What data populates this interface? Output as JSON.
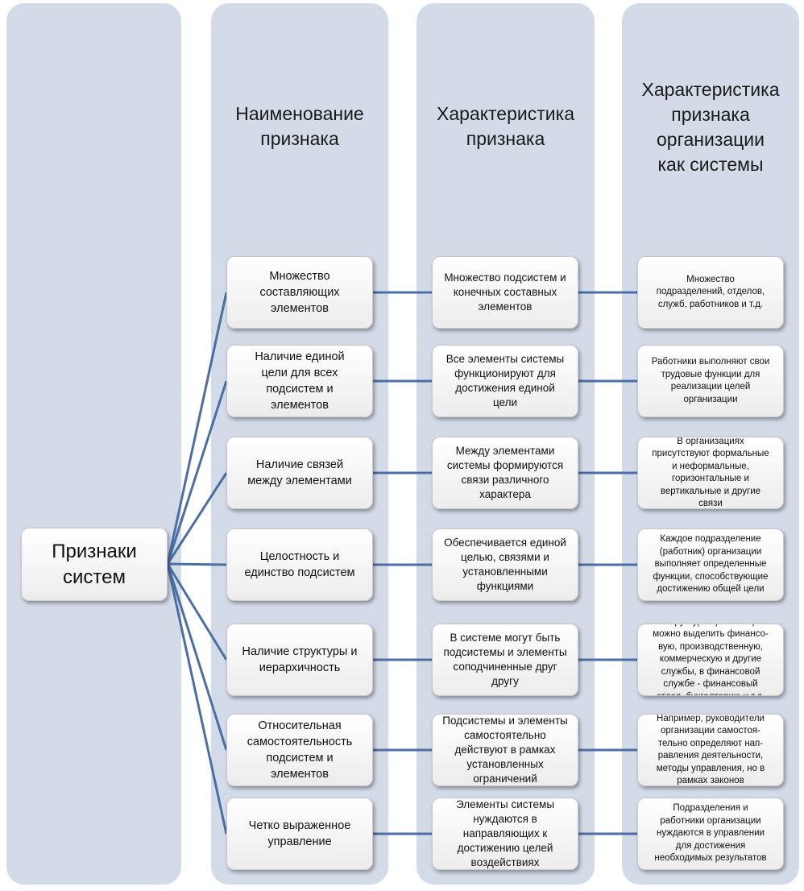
{
  "root": {
    "label": "Признаки\nсистем"
  },
  "headers": {
    "name": "Наименование\nпризнака",
    "characteristic": "Характеристика\nпризнака",
    "org_characteristic": "Характеристика\nпризнака\nорганизации\nкак системы"
  },
  "rows": [
    {
      "name": "Множество\nсоставляющих\nэлементов",
      "characteristic": "Множество подсистем и\nконечных составных\nэлементов",
      "org": "Множество\nподразделений, отделов,\nслужб, работников и т.д."
    },
    {
      "name": "Наличие единой\nцели для всех\nподсистем и\nэлементов",
      "characteristic": "Все элементы  системы\nфункционируют  для\nдостижения единой\nцели",
      "org": "Работники выполняют свои\nтрудовые функции для\nреализации целей\nорганизации"
    },
    {
      "name": "Наличие связей\nмежду элементами",
      "characteristic": "Между элементами\nсистемы формируются\nсвязи различного\nхарактера",
      "org": "В организациях\nприсутствуют формальные\nи неформальные,\nгоризонтальные и\nвертикальные и другие\nсвязи"
    },
    {
      "name": "Целостность и\nединство подсистем",
      "characteristic": "Обеспечивается единой\nцелью, связями и\nустановленными\nфункциями",
      "org": "Каждое подразделение\n(работник) организации\nвыполняет определенные\nфункции, способствующие\nдостижению общей цели"
    },
    {
      "name": "Наличие структуры и\nиерархичность",
      "characteristic": "В системе могут быть\nподсистемы и элементы\nсоподчиненные друг\nдругу",
      "org": "В структуре организации\nможно выделить финансо-\nвую, производственную,\nкоммерческую и другие\nслужбы, в финансовой\nслужбе - финансовый\nотдел, бухгалтерию и т.д."
    },
    {
      "name": "Относительная\nсамостоятельность\nподсистем и\nэлементов",
      "characteristic": "Подсистемы и элементы\nсамостоятельно\nдействуют в рамках\nустановленных\nограничений",
      "org": "Например, руководители\nорганизации самостоя-\nтельно определяют нап-\nравления деятельности,\nметоды управления, но в\nрамках законов"
    },
    {
      "name": "Четко выраженное\nуправление",
      "characteristic": "Элементы системы\nнуждаются в\nнаправляющих к\nдостижению целей\nвоздействиях",
      "org": "Подразделения и\nработники организации\nнуждаются в управлении\nдля достижения\nнеобходимых результатов"
    }
  ],
  "colors": {
    "column_bg": "#d3dbe9",
    "connector": "#4a6fa5",
    "box_border": "#c8c8c8"
  }
}
